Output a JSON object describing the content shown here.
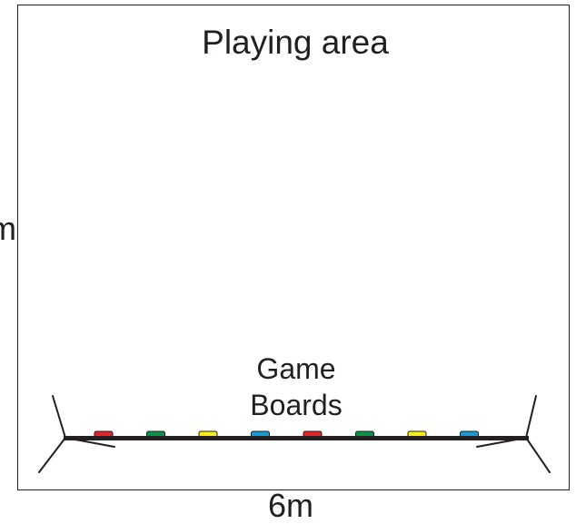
{
  "diagram": {
    "area_label": "Playing area",
    "boards_label_line1": "Game",
    "boards_label_line2": "Boards",
    "width_label": "6m",
    "depth_label": "m",
    "boards": [
      {
        "color": "#e0262b",
        "name": "red"
      },
      {
        "color": "#0a9348",
        "name": "green"
      },
      {
        "color": "#f7ec1c",
        "name": "yellow"
      },
      {
        "color": "#1b9ad6",
        "name": "blue"
      },
      {
        "color": "#e0262b",
        "name": "red"
      },
      {
        "color": "#0a9348",
        "name": "green"
      },
      {
        "color": "#f7ec1c",
        "name": "yellow"
      },
      {
        "color": "#1b9ad6",
        "name": "blue"
      }
    ],
    "line_color": "#231f20"
  }
}
